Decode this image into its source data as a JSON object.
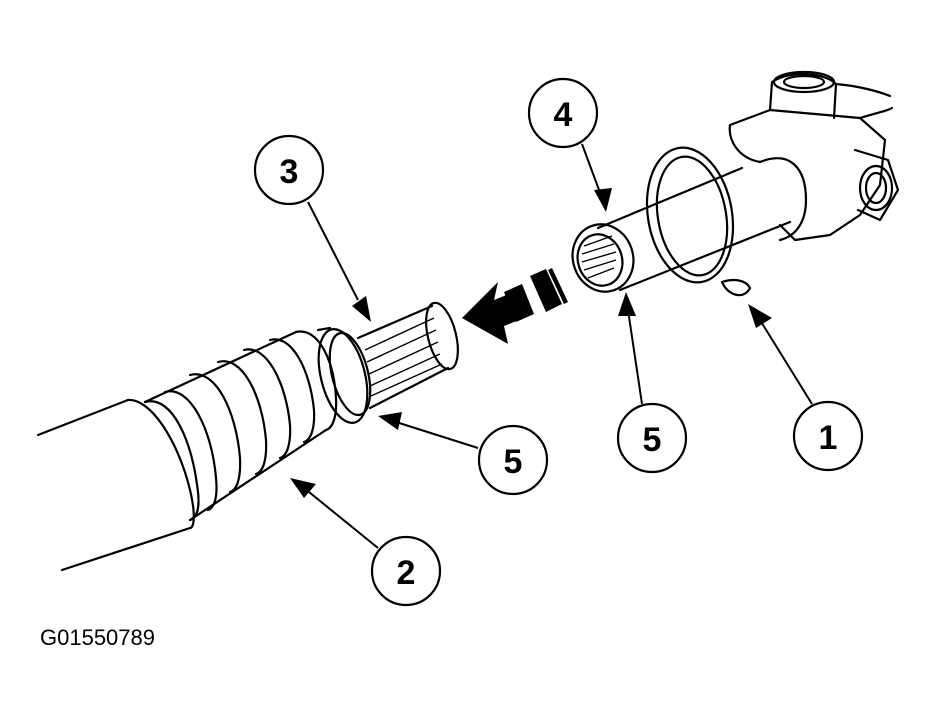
{
  "callouts": {
    "c1": "1",
    "c2": "2",
    "c3": "3",
    "c4": "4",
    "c5a": "5",
    "c5b": "5"
  },
  "figure_id": "G01550789"
}
